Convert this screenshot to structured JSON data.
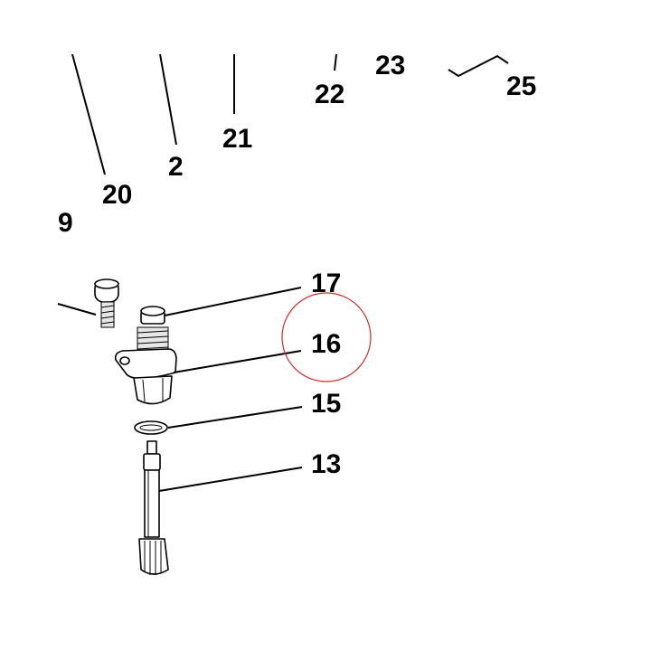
{
  "callouts": {
    "c9": "9",
    "c20": "20",
    "c2": "2",
    "c21": "21",
    "c22": "22",
    "c23": "23",
    "c25": "25",
    "c17": "17",
    "c16": "16",
    "c15": "15",
    "c13": "13"
  },
  "highlighted_callout": "16",
  "colors": {
    "line": "#000000",
    "highlight_ring": "#d42a2a",
    "background": "#ffffff"
  }
}
